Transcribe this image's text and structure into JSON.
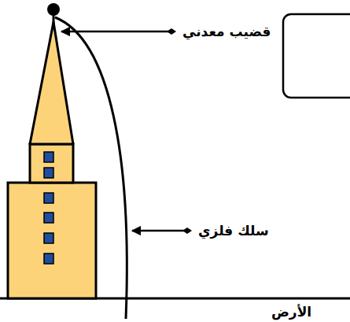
{
  "diagram": {
    "labels": [
      "قضيب معدني",
      "سلك فلزي",
      "الأرض"
    ]
  }
}
